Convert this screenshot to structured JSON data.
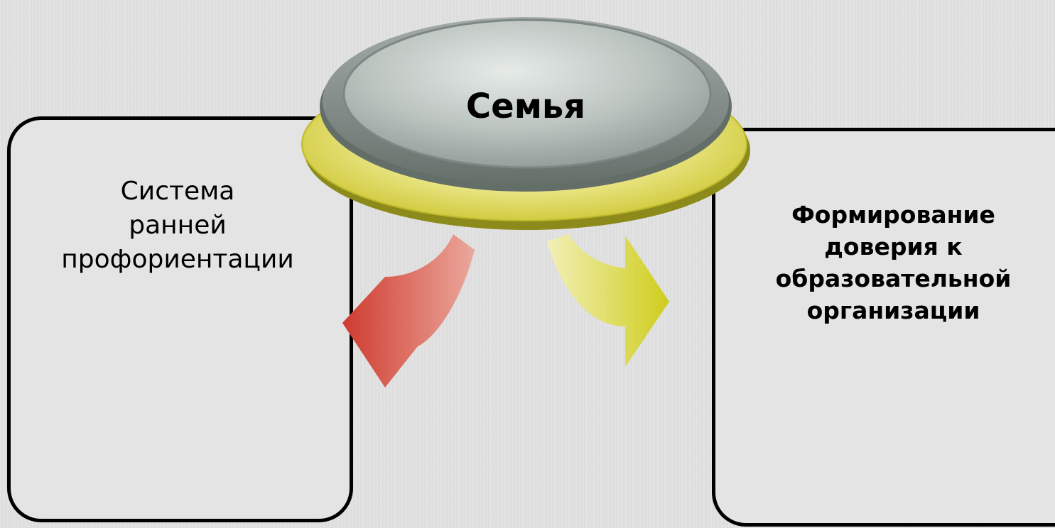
{
  "diagram": {
    "center": {
      "label": "Семья"
    },
    "left_box": {
      "lines": [
        "Система",
        "ранней",
        "профориентации"
      ]
    },
    "right_box": {
      "lines": [
        "Формирование",
        "доверия к",
        "образовательной",
        "организации"
      ]
    },
    "colors": {
      "background": "#e1e1e1",
      "center_disc": "#8c9691",
      "center_ring": "#d8d23a",
      "left_arrow": "#d9574a",
      "right_arrow": "#d6d43a"
    }
  }
}
